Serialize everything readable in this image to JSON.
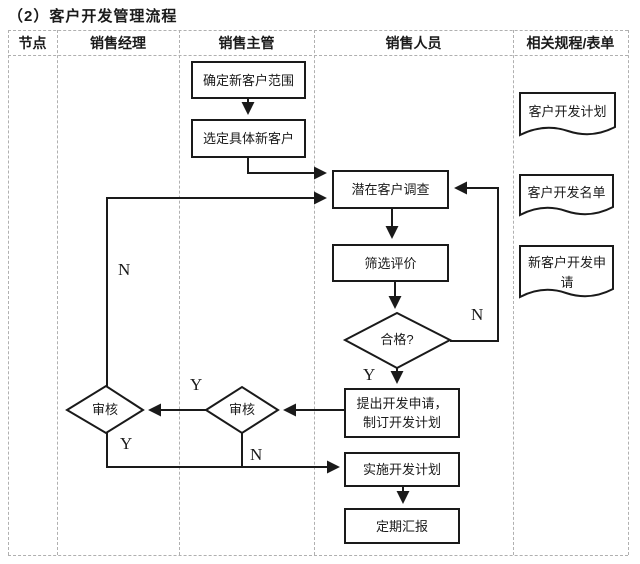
{
  "title": "（2）客户开发管理流程",
  "table": {
    "headers": [
      "节点",
      "销售经理",
      "销售主管",
      "销售人员",
      "相关规程/表单"
    ]
  },
  "flow": {
    "nodes": {
      "define_scope": "确定新客户范围",
      "select_customers": "选定具体新客户",
      "survey": "潜在客户调查",
      "screening": "筛选评价",
      "qualified": "合格?",
      "apply_line1": "提出开发申请，",
      "apply_line2": "制订开发计划",
      "implement": "实施开发计划",
      "report": "定期汇报",
      "review_supervisor": "审核",
      "review_manager": "审核"
    },
    "branch_labels": {
      "qualified_no": "N",
      "qualified_yes": "Y",
      "review_supervisor_yes": "Y",
      "review_supervisor_no": "N",
      "review_manager_yes": "Y",
      "review_manager_no": "N"
    }
  },
  "documents": {
    "plan": "客户开发计划",
    "list": "客户开发名单",
    "application": "新客户开发申请"
  },
  "colors": {
    "ink": "#1a1a1a",
    "grid": "#b0b0b0",
    "background": "#ffffff"
  }
}
